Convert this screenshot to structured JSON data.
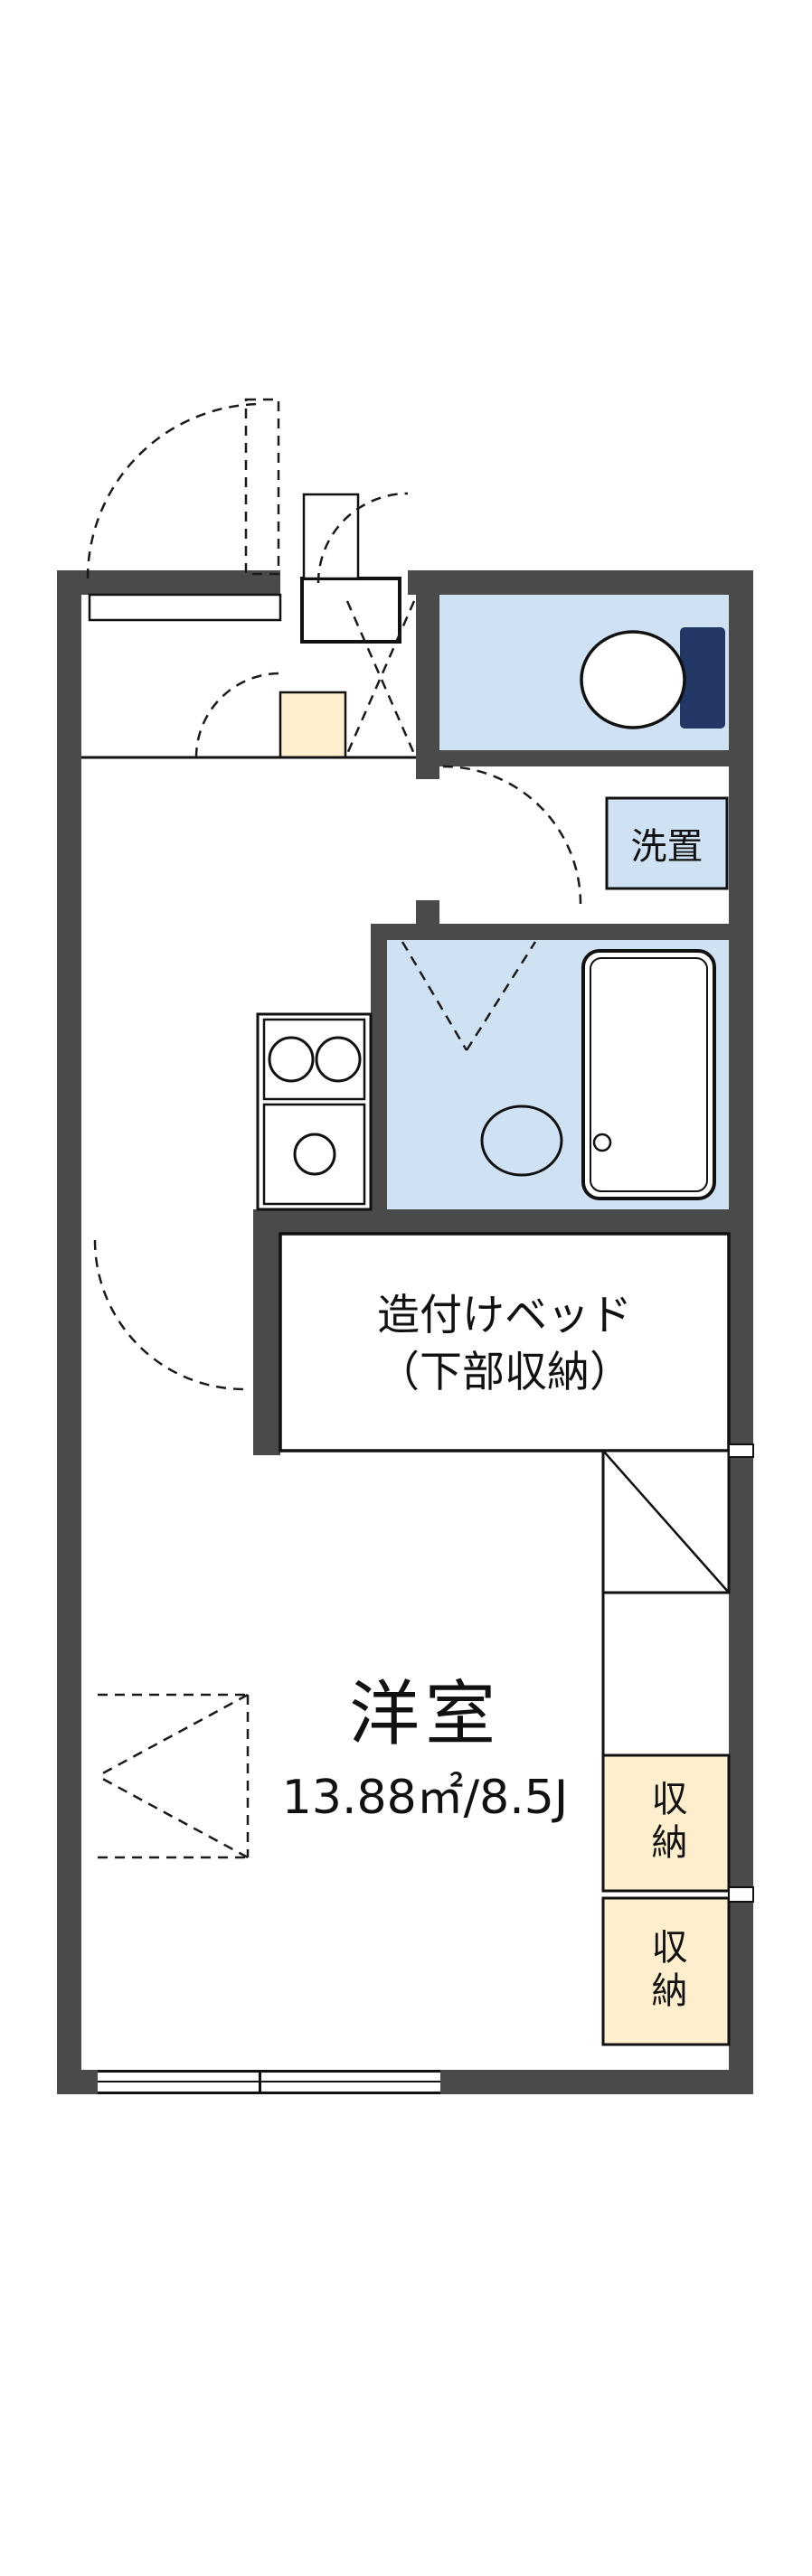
{
  "floorplan": {
    "labels": {
      "washer": "洗置",
      "bed_line1": "造付けベッド",
      "bed_line2": "（下部収納）",
      "room_name": "洋室",
      "room_area": "13.88㎡/8.5J",
      "storage_upper": "収納",
      "storage_lower": "収納"
    },
    "colors": {
      "wall": "#4a4a4a",
      "wet_area_fill": "#cfe2f3",
      "storage_fill": "#fdeecd",
      "toilet_tank": "#233764",
      "line": "#111111",
      "background": "#ffffff"
    },
    "fixtures": [
      "entrance-door-swing",
      "toilet",
      "washing-machine-space",
      "bathtub",
      "bath-drain",
      "stove-two-burner",
      "kitchen-sink",
      "built-in-bed",
      "storage-closet-upper",
      "storage-closet-lower",
      "window-bottom",
      "window-left-dashed"
    ]
  }
}
